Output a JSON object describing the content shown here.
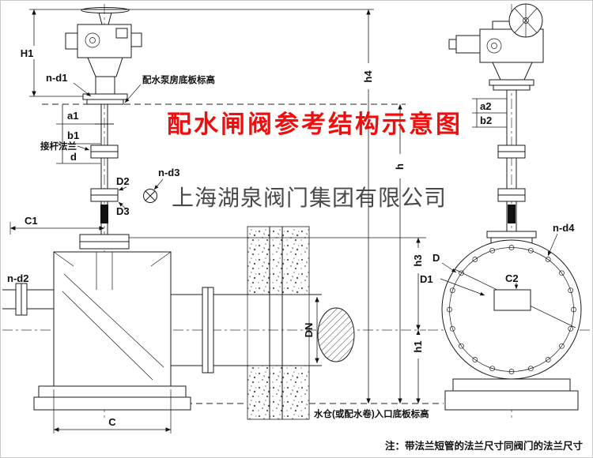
{
  "title": "配水闸阀参考结构示意图",
  "watermark": "上海湖泉阀门集团有限公司",
  "note": "注：带法兰短管的法兰尺寸同阀门的法兰尺寸",
  "annotations": {
    "pump_floor": "配水泵房底板标高",
    "stem_flange": "接杆法兰",
    "inlet_floor": "水仓(或配水卷)入口底板标高"
  },
  "dims": {
    "H1": "H1",
    "n_d1": "n-d1",
    "a1": "a1",
    "b1": "b1",
    "d": "d",
    "D2": "D2",
    "D3": "D3",
    "n_d3": "n-d3",
    "C1": "C1",
    "n_d2": "n-d2",
    "C": "C",
    "h4": "h4",
    "h": "h",
    "h3": "h3",
    "h1": "h1",
    "DN": "DN",
    "a2": "a2",
    "b2": "b2",
    "D": "D",
    "D1": "D1",
    "C2": "C2",
    "n_d4": "n-d4"
  },
  "colors": {
    "title_red": "#f20d0d",
    "line": "#1b1b1b",
    "watermark_gray": "#303030"
  }
}
